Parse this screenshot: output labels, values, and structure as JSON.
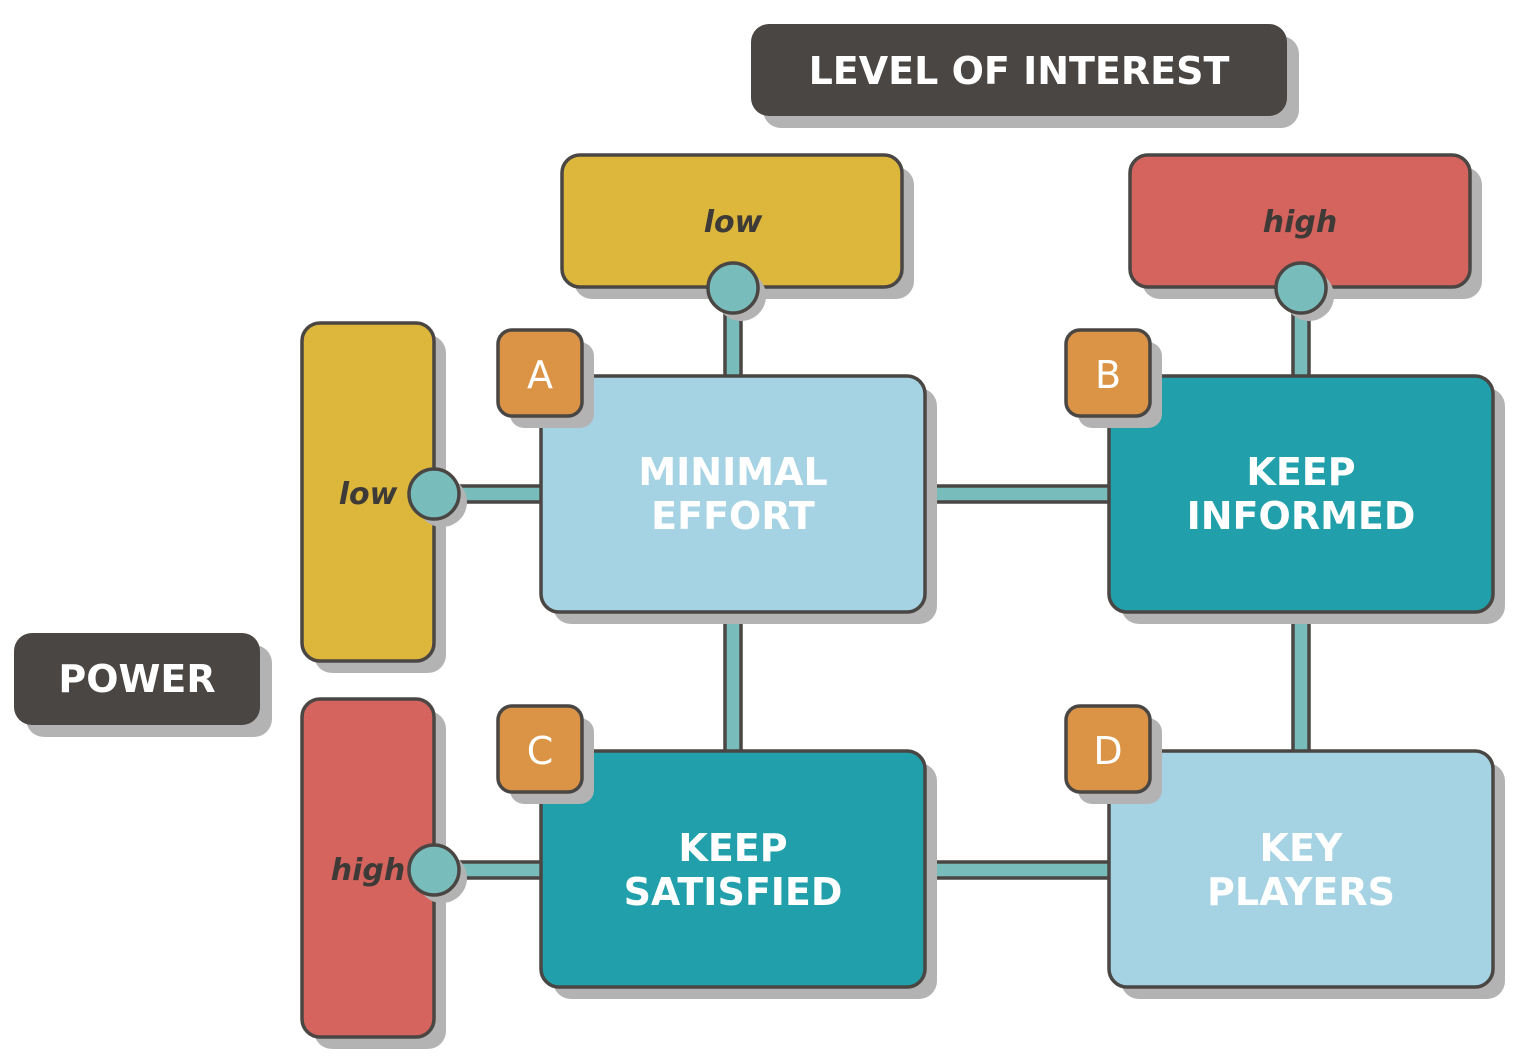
{
  "headers": {
    "interest": "LEVEL OF INTEREST",
    "power": "POWER"
  },
  "interest_levels": {
    "low": "low",
    "high": "high"
  },
  "power_levels": {
    "low": "low",
    "high": "high"
  },
  "quadrants": [
    {
      "id": "A",
      "letter": "A",
      "line1": "MINIMAL",
      "line2": "EFFORT",
      "fill": "#a6d3e4"
    },
    {
      "id": "B",
      "letter": "B",
      "line1": "KEEP",
      "line2": "INFORMED",
      "fill": "#21a0ab"
    },
    {
      "id": "C",
      "letter": "C",
      "line1": "KEEP",
      "line2": "SATISFIED",
      "fill": "#21a0ab"
    },
    {
      "id": "D",
      "letter": "D",
      "line1": "KEY",
      "line2": "PLAYERS",
      "fill": "#a6d3e4"
    }
  ],
  "colors": {
    "header_bg": "#4a4643",
    "low_box": "#dcb73b",
    "high_box": "#d4645d",
    "badge": "#db9445",
    "connector": "#79bcbc",
    "outline": "#4a4643"
  }
}
